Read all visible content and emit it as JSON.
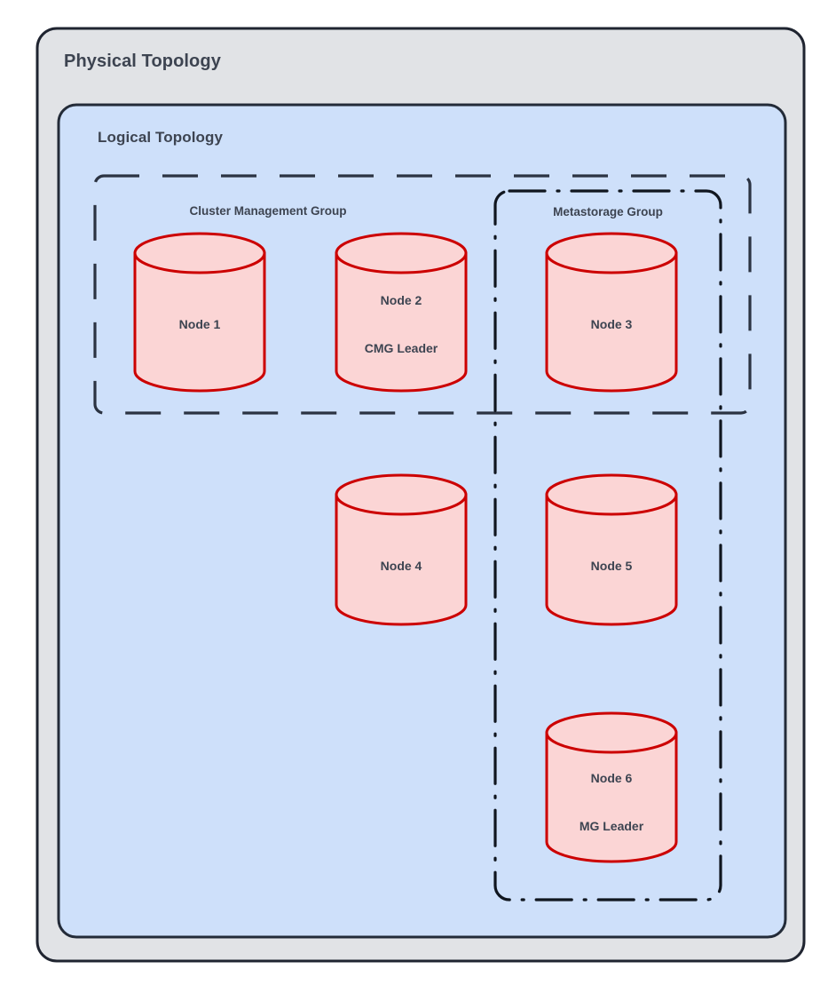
{
  "diagram": {
    "type": "topology-diagram",
    "outer_container": {
      "title": "Physical Topology",
      "fill": "#e1e3e6",
      "stroke": "#1f2430"
    },
    "inner_container": {
      "title": "Logical Topology",
      "fill": "#cee0fa",
      "stroke": "#232b38"
    },
    "groups": [
      {
        "id": "cmg",
        "label": "Cluster Management Group",
        "border_style": "dashed",
        "stroke": "#2b3342",
        "members": [
          "Node 1",
          "Node 2",
          "Node 3"
        ]
      },
      {
        "id": "mg",
        "label": "Metastorage Group",
        "border_style": "dash-dot",
        "stroke": "#10161f",
        "members": [
          "Node 3",
          "Node 5",
          "Node 6"
        ]
      }
    ],
    "node_style": {
      "shape": "cylinder",
      "fill": "#fbd5d5",
      "stroke": "#cc0000",
      "text_color": "#3d4451"
    },
    "nodes": [
      {
        "id": "node1",
        "lines": [
          "Node 1"
        ],
        "groups": [
          "cmg"
        ]
      },
      {
        "id": "node2",
        "lines": [
          "Node 2",
          "CMG Leader"
        ],
        "role": "CMG Leader",
        "groups": [
          "cmg"
        ]
      },
      {
        "id": "node3",
        "lines": [
          "Node 3"
        ],
        "groups": [
          "cmg",
          "mg"
        ]
      },
      {
        "id": "node4",
        "lines": [
          "Node 4"
        ],
        "groups": []
      },
      {
        "id": "node5",
        "lines": [
          "Node 5"
        ],
        "groups": [
          "mg"
        ]
      },
      {
        "id": "node6",
        "lines": [
          "Node 6",
          "MG Leader"
        ],
        "role": "MG Leader",
        "groups": [
          "mg"
        ]
      }
    ]
  }
}
